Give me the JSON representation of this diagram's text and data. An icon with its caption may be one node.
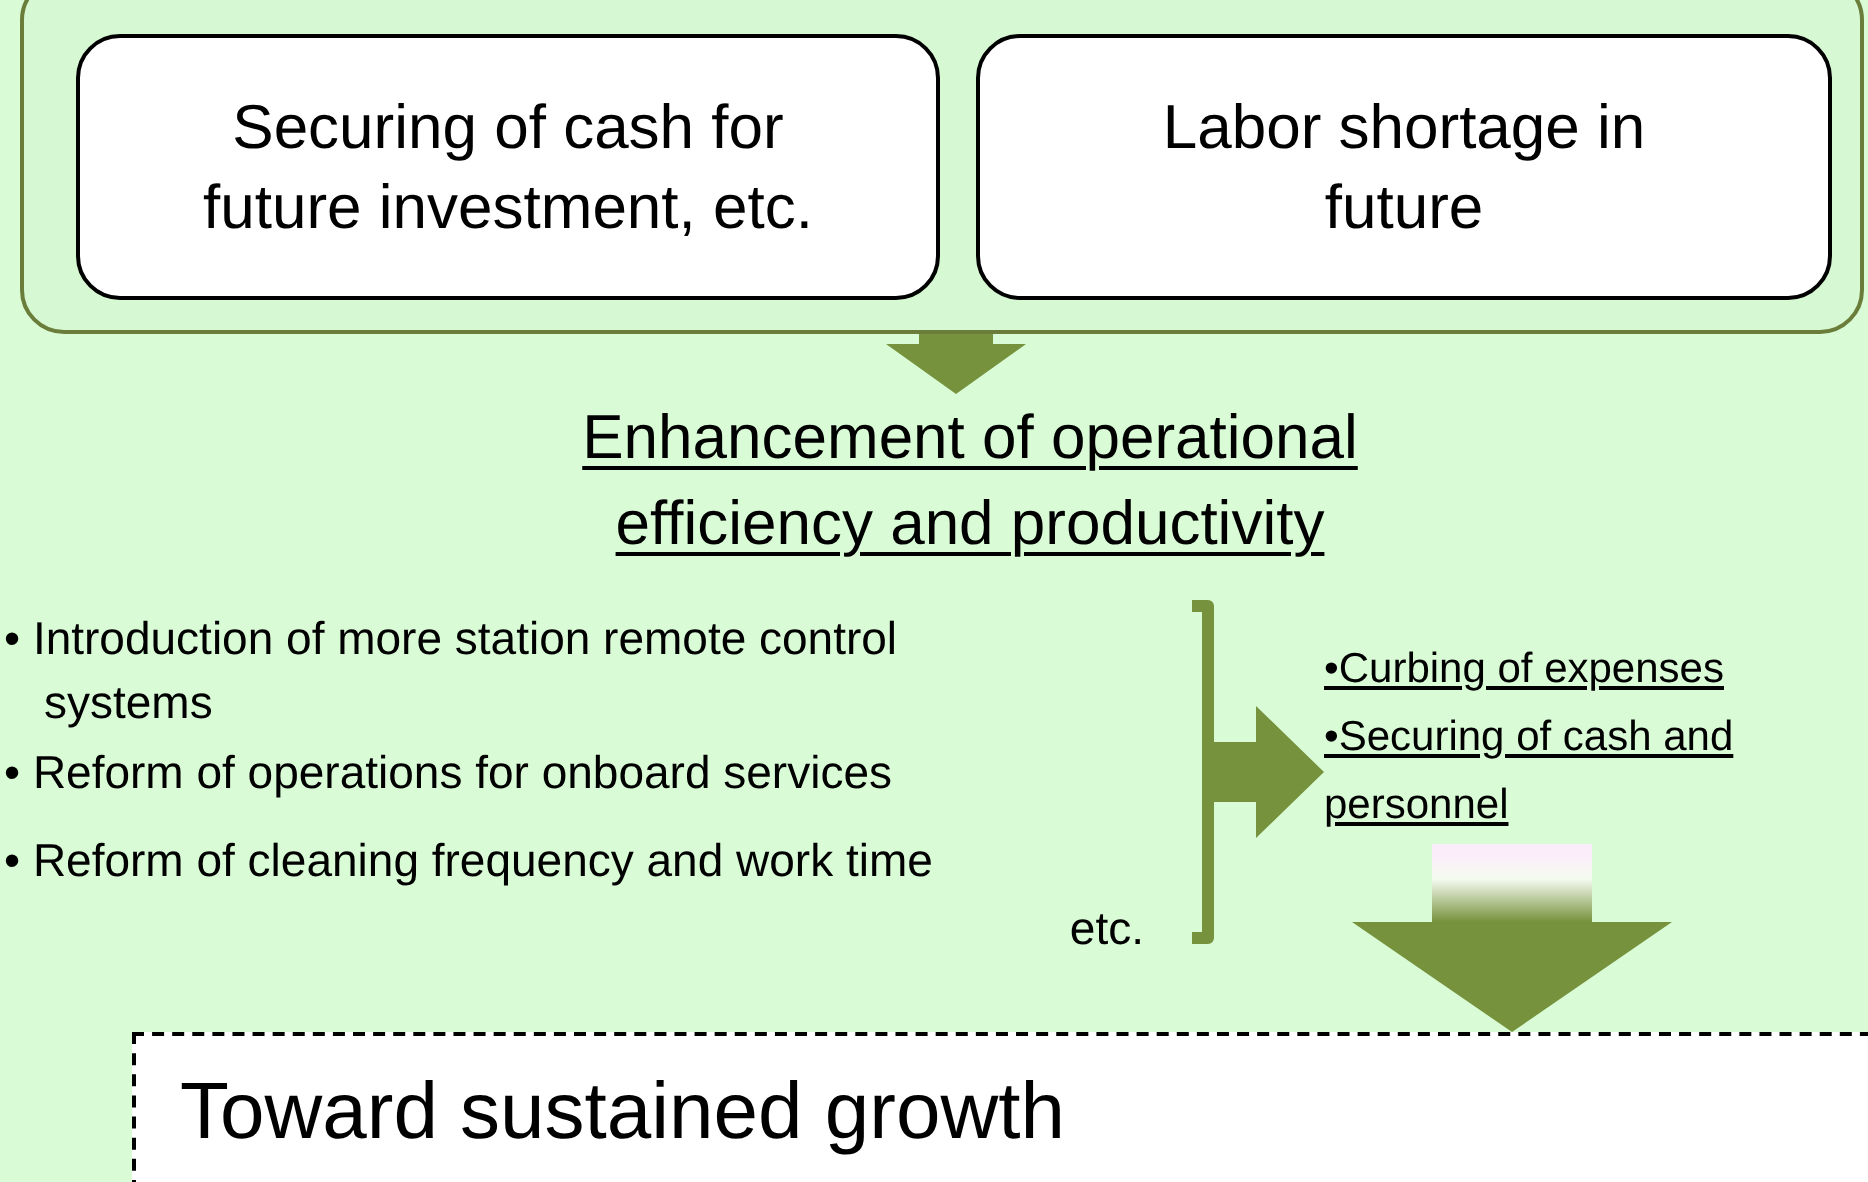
{
  "diagram": {
    "nodes": [
      {
        "text": [],
        "shape": "box"
      },
      {
        "text": [
          "Securing of cash for future investment, etc."
        ],
        "in": 0
      },
      {
        "text": [
          "Labor shortage in future"
        ],
        "in": 0
      },
      {
        "text": [
          "Enhancement of operational efficiency and productivity"
        ]
      },
      {
        "text": [
          "• Introduction of more station remote control systems",
          "• Reform of operations for onboard services",
          "• Reform of cleaning frequency and work time",
          "etc."
        ]
      },
      {
        "text": [
          "•Curbing of expenses",
          "•Securing of cash and personnel"
        ]
      },
      {
        "text": [
          "Toward sustained growth"
        ]
      }
    ],
    "edges": [
      {
        "from": 0,
        "to": 3,
        "arrow": "to"
      },
      {
        "from": 4,
        "to": 5,
        "arrow": "to"
      },
      {
        "from": 5,
        "to": 6,
        "arrow": "to"
      }
    ]
  }
}
